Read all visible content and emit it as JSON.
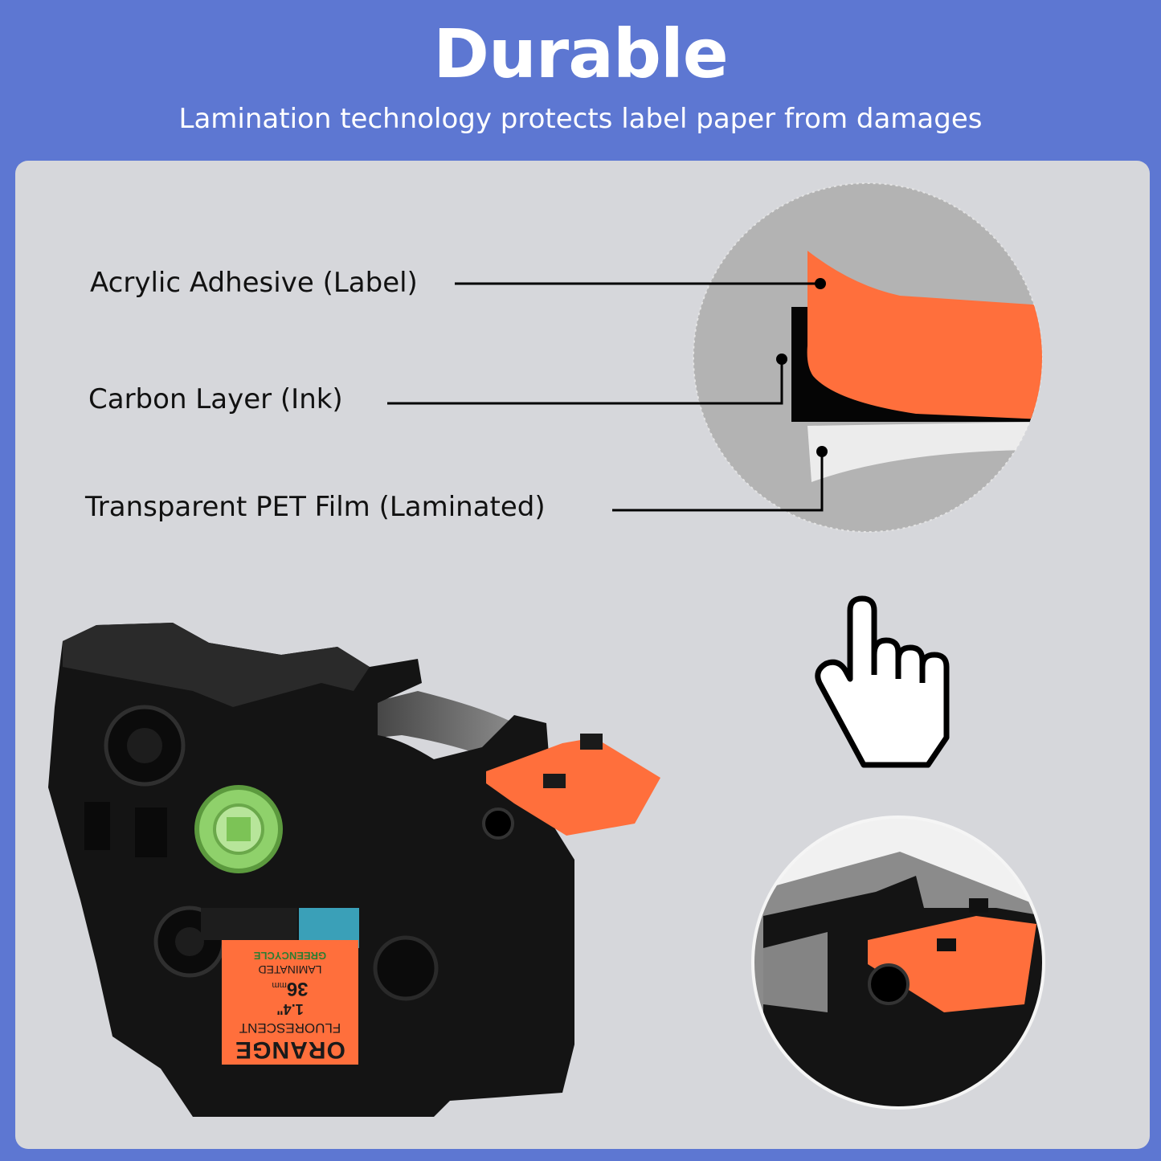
{
  "header": {
    "title": "Durable",
    "subtitle": "Lamination technology protects label paper from damages"
  },
  "layers": {
    "label_1": "Acrylic Adhesive (Label)",
    "label_2": "Carbon Layer (Ink)",
    "label_3": "Transparent PET Film (Laminated)"
  },
  "tape_label": {
    "brand": "GREENCYCLE",
    "line_1": "LAMINATED",
    "width_mm": "36",
    "width_unit": "mm",
    "width_inch": "1.4\"",
    "line_2": "FLUORESCENT",
    "color_name": "ORANGE"
  },
  "colors": {
    "background": "#5d77d2",
    "panel": "#d6d7db",
    "tape_orange": "#ff6f3c",
    "cartridge": "#141414",
    "spool_green": "#8fd16b"
  },
  "icons": {
    "hand": "hand-pointer-icon"
  }
}
